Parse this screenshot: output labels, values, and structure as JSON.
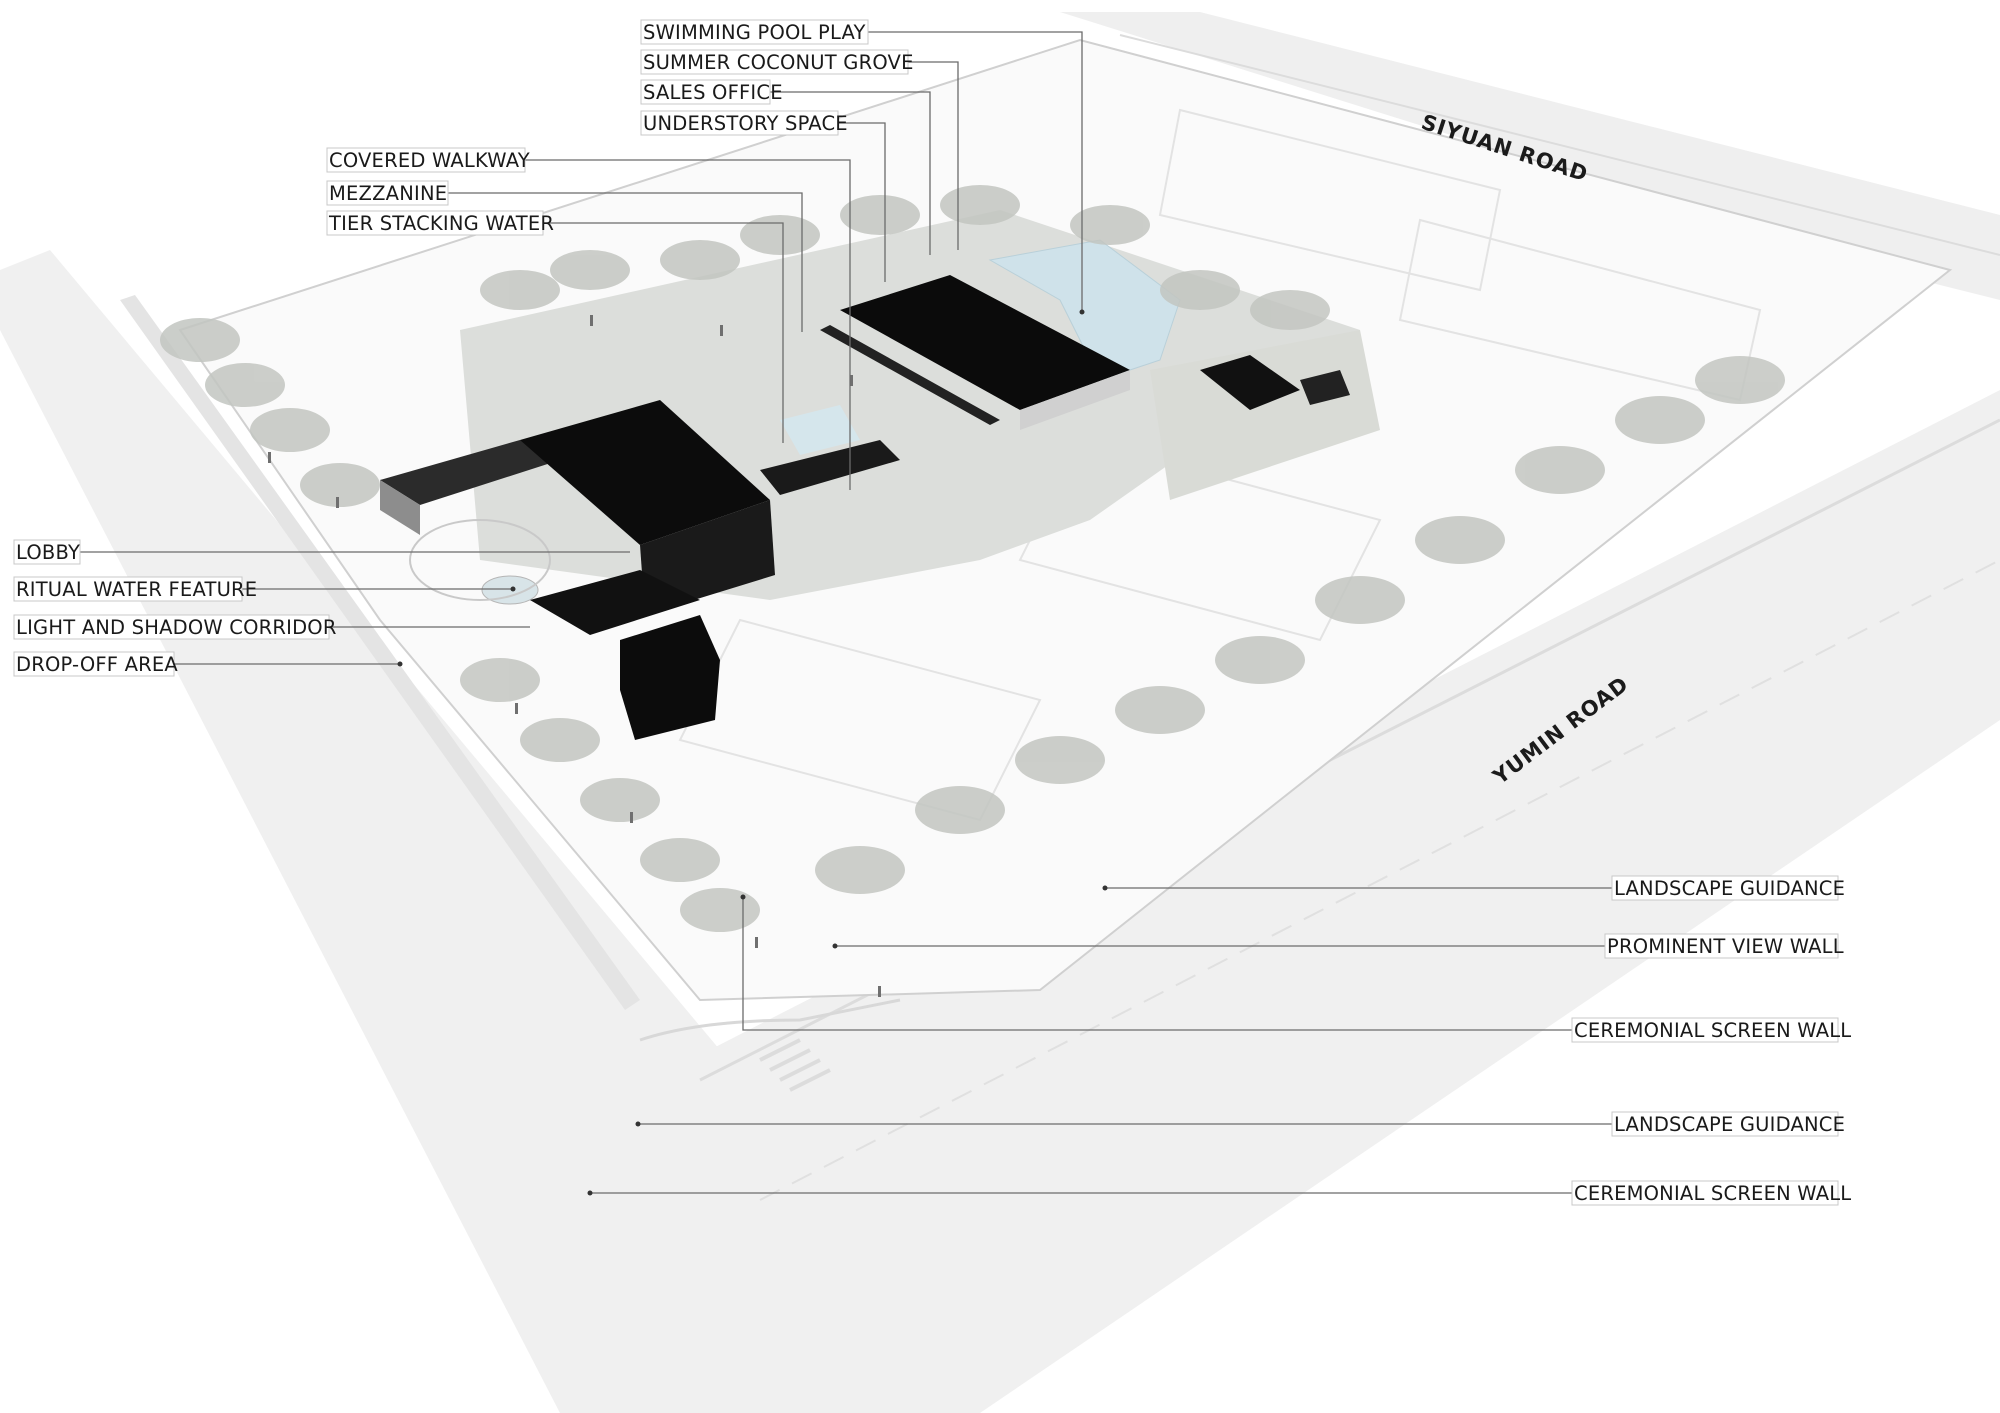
{
  "roads": {
    "siyuan": "SIYUAN ROAD",
    "yumin": "YUMIN ROAD"
  },
  "callouts": {
    "swimming_pool_play": "SWIMMING POOL PLAY",
    "summer_coconut_grove": "SUMMER COCONUT GROVE",
    "sales_office": "SALES OFFICE",
    "understory_space": "UNDERSTORY SPACE",
    "covered_walkway": "COVERED WALKWAY",
    "mezzanine": "MEZZANINE",
    "tier_stacking_water": "TIER STACKING WATER",
    "lobby": "LOBBY",
    "ritual_water_feature": "RITUAL WATER FEATURE",
    "light_and_shadow_corridor": "LIGHT AND SHADOW CORRIDOR",
    "drop_off_area": "DROP-OFF AREA",
    "landscape_guidance_1": "LANDSCAPE GUIDANCE",
    "prominent_view_wall": "PROMINENT VIEW WALL",
    "ceremonial_screen_wall_1": "CEREMONIAL SCREEN WALL",
    "landscape_guidance_2": "LANDSCAPE GUIDANCE",
    "ceremonial_screen_wall_2": "CEREMONIAL SCREEN WALL"
  },
  "colors": {
    "building": "#0c0c0c",
    "paving": "#d9dbd6",
    "road": "#efefef",
    "water": "#cfe2ea",
    "tree": "#bfc2bd",
    "leader": "#6b6b6b"
  }
}
